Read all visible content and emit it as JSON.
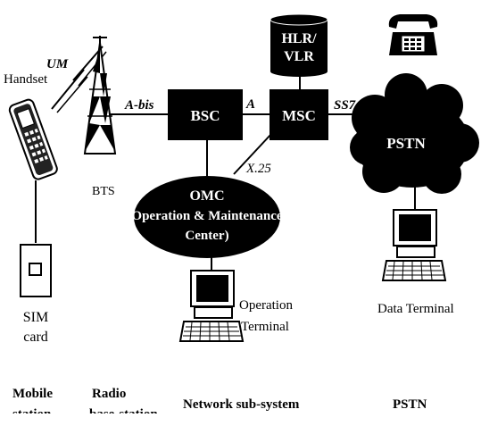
{
  "nodes": {
    "hlr_line1": "HLR/",
    "hlr_line2": "VLR",
    "bsc": "BSC",
    "msc": "MSC",
    "pstn_cloud": "PSTN",
    "omc_line1": "OMC",
    "omc_line2": "Operation & Maintenance",
    "omc_line3": "Center)"
  },
  "links": {
    "um": "UM",
    "abis": "A-bis",
    "a": "A",
    "ss7": "SS7",
    "x25": "X.25"
  },
  "devices": {
    "handset": "Handset",
    "bts": "BTS",
    "sim_line1": "SIM",
    "sim_line2": "card",
    "op_terminal_line1": "Operation",
    "op_terminal_line2": "Terminal",
    "data_terminal": "Data Terminal"
  },
  "sections": {
    "mobile_line1": "Mobile",
    "mobile_line2": "station",
    "radio_line1": "Radio",
    "radio_line2": "base-station",
    "network": "Network sub-system",
    "pstn": "PSTN"
  }
}
